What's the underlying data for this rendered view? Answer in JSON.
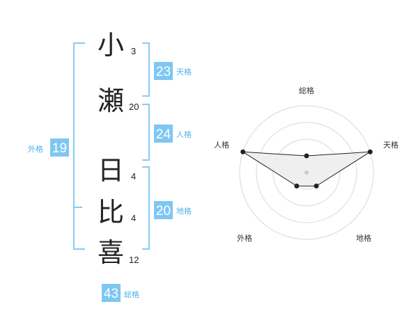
{
  "name_chars": [
    {
      "char": "小",
      "strokes": "3"
    },
    {
      "char": "瀬",
      "strokes": "20"
    },
    {
      "char": "日",
      "strokes": "4"
    },
    {
      "char": "比",
      "strokes": "4"
    },
    {
      "char": "喜",
      "strokes": "12"
    }
  ],
  "kaku": {
    "tenkaku": {
      "value": "23",
      "label": "天格"
    },
    "jinkaku": {
      "value": "24",
      "label": "人格"
    },
    "chikaku": {
      "value": "20",
      "label": "地格"
    },
    "gaikaku": {
      "value": "19",
      "label": "外格"
    },
    "soukaku": {
      "value": "43",
      "label": "総格"
    }
  },
  "colors": {
    "accent": "#7ec7f3",
    "bracket": "#87ccf2",
    "label": "#4fb4e8",
    "radar_fill": "#ececec",
    "ring": "#d9d9d9"
  },
  "chart_data": {
    "type": "radar",
    "axes": [
      "総格",
      "天格",
      "地格",
      "外格",
      "人格"
    ],
    "max": 4,
    "values": [
      1,
      4,
      1,
      1,
      4
    ]
  }
}
